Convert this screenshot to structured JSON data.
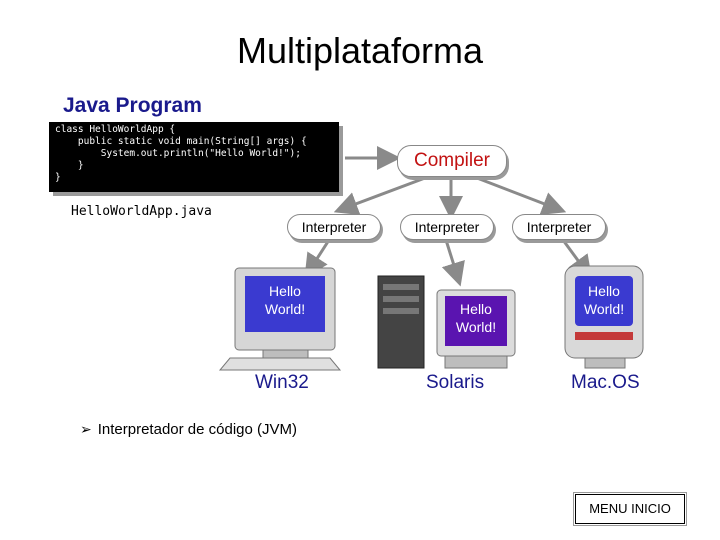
{
  "slide": {
    "title": "Multiplataforma",
    "bullet": "Interpretador de código (JVM)",
    "menu_button": "MENU INICIO"
  },
  "diagram": {
    "java_program_title": "Java Program",
    "code_lines": [
      "class HelloWorldApp {",
      "    public static void main(String[] args) {",
      "        System.out.println(\"Hello World!\");",
      "    }",
      "}"
    ],
    "filename": "HelloWorldApp.java",
    "compiler_label": "Compiler",
    "interpreters": [
      "Interpreter",
      "Interpreter",
      "Interpreter"
    ],
    "screen_text_line1": "Hello",
    "screen_text_line2": "World!",
    "platforms": [
      "Win32",
      "Solaris",
      "Mac.OS"
    ],
    "colors": {
      "title_blue": "#1a1a8c",
      "compiler_red": "#c21212",
      "screen_blue": "#3a3ad0",
      "screen_purple": "#5a14b0"
    }
  }
}
